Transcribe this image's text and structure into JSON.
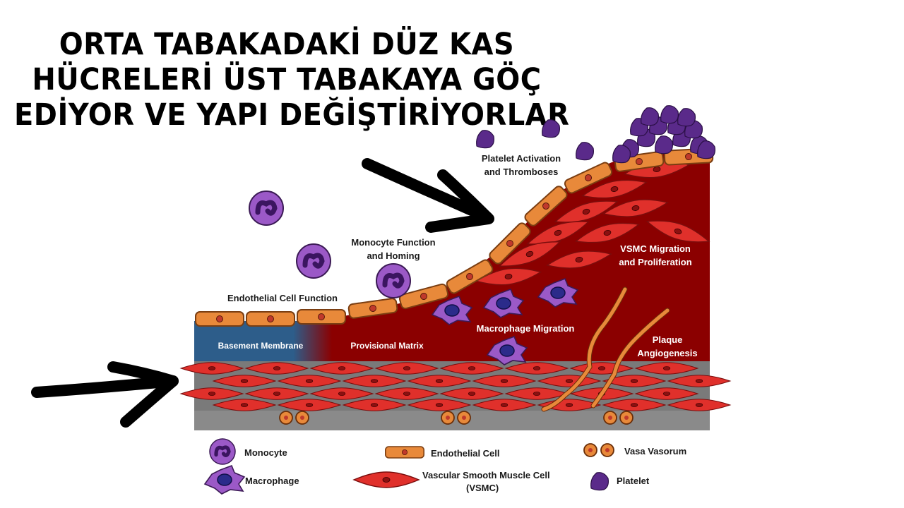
{
  "title_lines": [
    "ORTA TABAKADAKİ DÜZ KAS",
    "HÜCRELERİ ÜST TABAKAYA GÖÇ",
    "EDİYOR VE YAPI DEĞİŞTİRİYORLAR"
  ],
  "labels": {
    "platelet_activation": [
      "Platelet Activation",
      "and Thromboses"
    ],
    "monocyte_function": [
      "Monocyte Function",
      "and Homing"
    ],
    "endothelial_function": "Endothelial Cell Function",
    "vsmc_migration": [
      "VSMC Migration",
      "and Proliferation"
    ],
    "macrophage_migration": "Macrophage Migration",
    "basement_membrane": "Basement Membrane",
    "provisional_matrix": "Provisional Matrix",
    "plaque_angiogenesis": [
      "Plaque",
      "Angiogenesis"
    ]
  },
  "legend": {
    "monocyte": "Monocyte",
    "macrophage": "Macrophage",
    "endothelial": "Endothelial Cell",
    "vsmc": [
      "Vascular Smooth Muscle Cell",
      "(VSMC)"
    ],
    "vasa": "Vasa Vasorum",
    "platelet": "Platelet"
  },
  "colors": {
    "plaque": "#8b0000",
    "basement": "#2d5d8a",
    "endothelial": "#e8893a",
    "vsmc": "#e0302b",
    "monocyte": "#9b59c7",
    "platelet": "#5a2a8a",
    "wall_gray": "#8a8a8a"
  }
}
